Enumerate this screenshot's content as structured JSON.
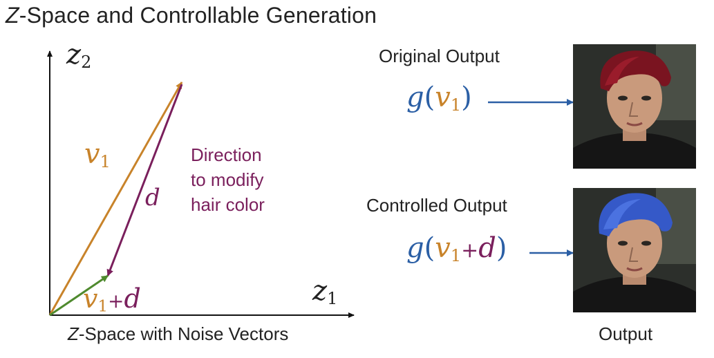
{
  "title": {
    "prefix": "Z",
    "rest": "-Space and Controllable Generation"
  },
  "axes": {
    "y_label": "z",
    "y_sub": "2",
    "x_label": "z",
    "x_sub": "1",
    "caption_prefix": "Z",
    "caption_rest": "-Space with Noise Vectors"
  },
  "vectors": {
    "v1": {
      "label": "v",
      "sub": "1",
      "color": "#c8832a"
    },
    "d": {
      "label": "d",
      "color": "#7a1f5c"
    },
    "v1_plus_d": {
      "label_v": "v",
      "sub": "1",
      "plus": "+",
      "label_d": "d",
      "color": "#4f8a2e"
    }
  },
  "direction_note": [
    "Direction",
    "to modify",
    "hair color"
  ],
  "outputs": {
    "original": {
      "heading": "Original Output",
      "g": "g",
      "v": "v",
      "sub": "1"
    },
    "controlled": {
      "heading": "Controlled Output",
      "g": "g",
      "v": "v",
      "sub": "1",
      "plus": "+",
      "d": "d"
    },
    "caption": "Output"
  },
  "colors": {
    "axis": "#111111",
    "arrow_blue": "#2b5fa5",
    "hair_original": "#7a1420",
    "hair_controlled": "#3559c8"
  },
  "icons": [
    "portrait-original-icon",
    "portrait-controlled-icon"
  ]
}
